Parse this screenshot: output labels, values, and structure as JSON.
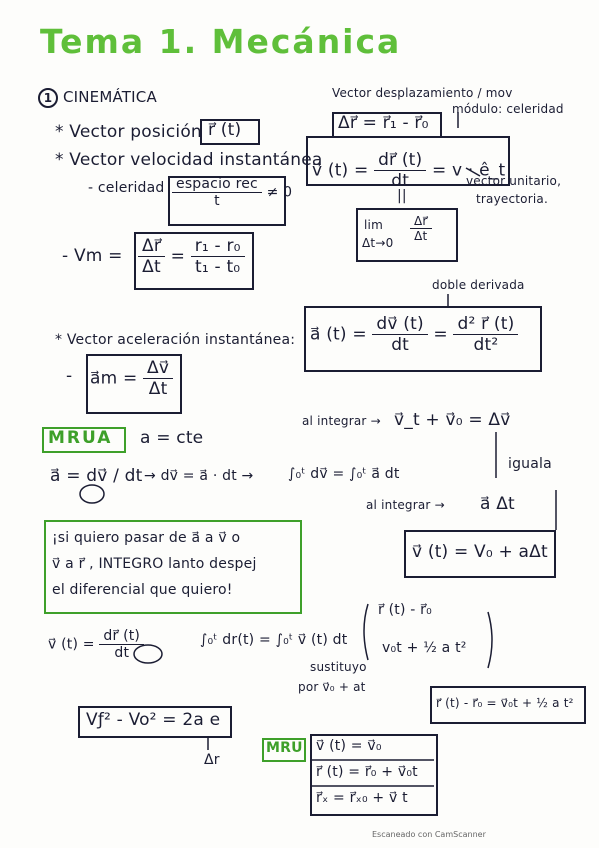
{
  "title": "Tema 1. Mecánica",
  "section_number": "1",
  "section_title": "CINEMÁTICA",
  "position": {
    "label": "* Vector posición",
    "formula": "r⃗ (t)"
  },
  "displacement": {
    "label": "Vector desplazamiento / mov",
    "formula": "Δr⃗ = r⃗₁ - r⃗₀"
  },
  "modulus_note": "módulo: celeridad",
  "velocity": {
    "label": "* Vector velocidad instantánea",
    "formula_lhs": "v⃗ (t) =",
    "num": "dr⃗ (t)",
    "den": "dt",
    "formula_rhs": "= v · ê_t",
    "equals_sign": "||",
    "unit_note_1": "vector unitario,",
    "unit_note_2": "trayectoria.",
    "limit_top": "lim",
    "limit_bottom": "Δt→0",
    "limit_num": "Δr⃗",
    "limit_den": "Δt"
  },
  "celeridad": {
    "label": "- celeridad",
    "num": "espacio rec",
    "den": "t",
    "cond": "≠ 0"
  },
  "vm": {
    "lhs": "- Vm =",
    "num1": "Δr⃗",
    "den1": "Δt",
    "eq": "=",
    "num2": "r₁ - r₀",
    "den2": "t₁ - t₀"
  },
  "second_derivative": "doble derivada",
  "acceleration": {
    "label": "* Vector aceleración instantánea:",
    "lhs": "a⃗ (t) =",
    "num1": "dv⃗ (t)",
    "den1": "dt",
    "eq": "=",
    "num2": "d² r⃗ (t)",
    "den2": "dt²"
  },
  "am": {
    "dash": "-",
    "lhs": "a⃗m =",
    "num": "Δv⃗",
    "den": "Δt"
  },
  "mrua": {
    "tag": "MRUA",
    "const": "a = cte",
    "integrate_label": "al integrar →",
    "integrate_result": "v⃗_t + v⃗₀ = Δv⃗",
    "eq1": "a⃗ = dv⃗ / dt",
    "eq2": "→ dv⃗ = a⃗ · dt →",
    "eq3": "∫₀ᵗ dv⃗ = ∫₀ᵗ a⃗ dt",
    "integrate_label_2": "al integrar →",
    "integrate_result_2": "a⃗ Δt",
    "equals_note": "iguala",
    "v_result": "v⃗ (t) = V₀ + aΔt",
    "tip_line1": "¡si quiero pasar de a⃗ a v⃗ o",
    "tip_line2": "v⃗ a r⃗ , INTEGRO lanto despej",
    "tip_line3": "el diferencial que quiero!",
    "v_def_lhs": "v⃗ (t) =",
    "v_def_num": "dr⃗ (t)",
    "v_def_den": "dt",
    "integral": "∫₀ᵗ dr(t) = ∫₀ᵗ v⃗ (t) dt",
    "subst_note_1": "sustituyo",
    "subst_note_2": "por v⃗₀ + at",
    "brace_top": "r⃗ (t) - r⃗₀",
    "brace_bottom": "v₀t + ½ a t²",
    "r_result": "r⃗ (t) - r⃗₀ = v⃗₀t + ½ a t²",
    "v_squared": "Vƒ² - Vo² = 2a e",
    "delta_r": "Δr"
  },
  "mru": {
    "tag": "MRU",
    "row1": "v⃗ (t) = v⃗₀",
    "row2": "r⃗ (t) = r⃗₀ + v⃗₀t",
    "row3": "r⃗ₓ = r⃗ₓ₀ + v⃗ t"
  },
  "footer": "Escaneado con CamScanner"
}
